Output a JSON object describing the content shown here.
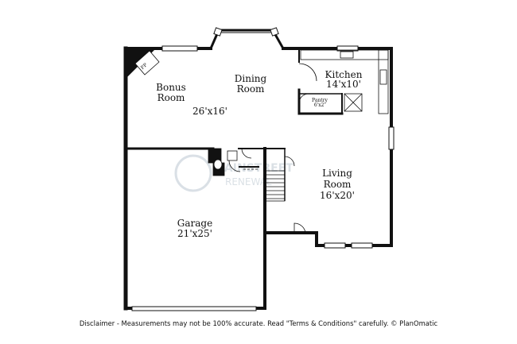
{
  "rooms": {
    "bonus": {
      "name_line1": "Bonus",
      "name_line2": "Room"
    },
    "dining": {
      "name_line1": "Dining",
      "name_line2": "Room"
    },
    "bonus_dining_dim": "26'x16'",
    "kitchen": {
      "name": "Kitchen",
      "dim": "14'x10'"
    },
    "pantry": {
      "name": "Pantry",
      "dim": "6'x2'"
    },
    "living": {
      "name_line1": "Living",
      "name_line2": "Room",
      "dim": "16'x20'"
    },
    "garage": {
      "name": "Garage",
      "dim": "21'x25'"
    },
    "fireplace": "FP"
  },
  "watermark": {
    "line1": "MAINSTREET",
    "line2": "RENEWAL"
  },
  "disclaimer": "Disclaimer - Measurements may not be 100% accurate. Read \"Terms & Conditions\" carefully. © PlanOmatic",
  "colors": {
    "wall": "#111111",
    "background": "#ffffff",
    "watermark": "#d6dde3"
  }
}
